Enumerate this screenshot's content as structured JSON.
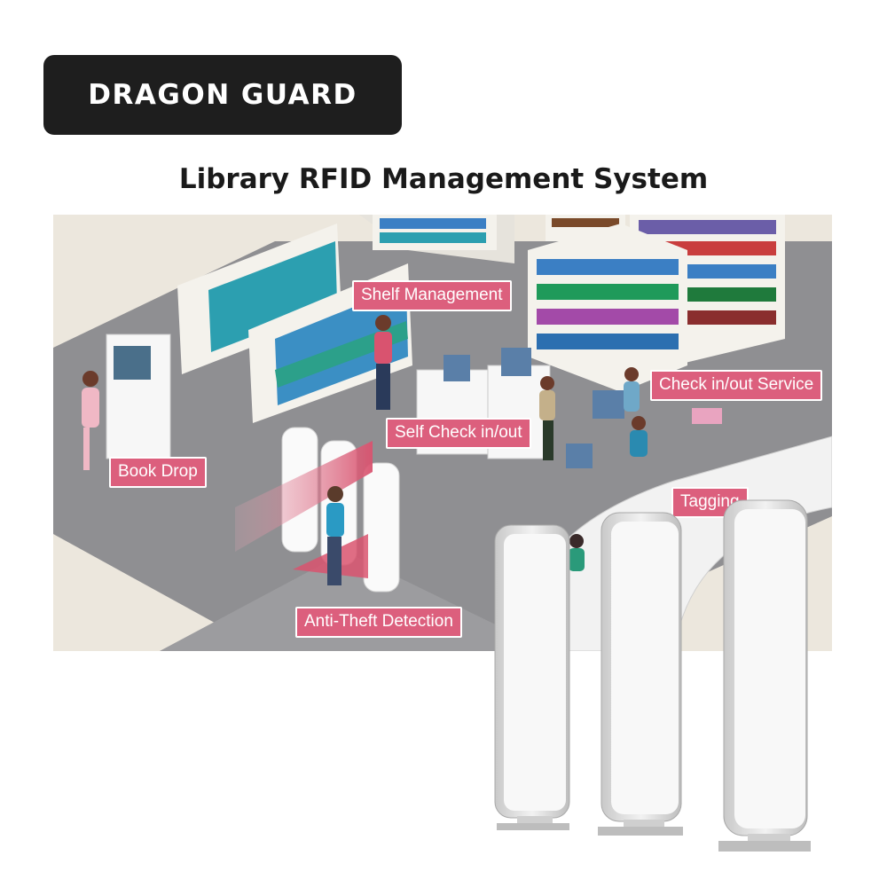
{
  "brand": {
    "name": "DRAGON GUARD"
  },
  "page_title": "Library RFID Management System",
  "labels": {
    "shelf_management": "Shelf Management",
    "check_service": "Check in/out Service",
    "self_check": "Self Check in/out",
    "book_drop": "Book Drop",
    "tagging": "Tagging",
    "anti_theft": "Anti-Theft Detection"
  },
  "colors": {
    "label_bg": "#dc5f7d",
    "floor": "#8f8f92",
    "shelf": "#f4f2ec",
    "brand_bg": "#1e1e1e"
  }
}
